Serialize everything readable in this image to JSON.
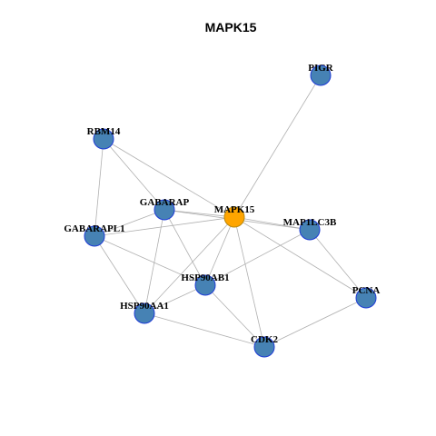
{
  "graph": {
    "title": "MAPK15",
    "colors": {
      "hub_fill": "#FFA500",
      "node_fill": "#4682B4",
      "node_stroke": "#1E3BD6",
      "hub_stroke": "#B8860B",
      "edge": "#B0B0B0"
    },
    "nodes": [
      {
        "id": "MAPK15",
        "label": "MAPK15",
        "hub": true
      },
      {
        "id": "PIGR",
        "label": "PIGR",
        "hub": false
      },
      {
        "id": "RBM14",
        "label": "RBM14",
        "hub": false
      },
      {
        "id": "GABARAP",
        "label": "GABARAP",
        "hub": false
      },
      {
        "id": "GABARAPL1",
        "label": "GABARAPL1",
        "hub": false
      },
      {
        "id": "MAP1LC3B",
        "label": "MAP1LC3B",
        "hub": false
      },
      {
        "id": "HSP90AB1",
        "label": "HSP90AB1",
        "hub": false
      },
      {
        "id": "HSP90AA1",
        "label": "HSP90AA1",
        "hub": false
      },
      {
        "id": "PCNA",
        "label": "PCNA",
        "hub": false
      },
      {
        "id": "CDK2",
        "label": "CDK2",
        "hub": false
      }
    ],
    "edges": [
      [
        "MAPK15",
        "PIGR"
      ],
      [
        "MAPK15",
        "RBM14"
      ],
      [
        "MAPK15",
        "GABARAP"
      ],
      [
        "MAPK15",
        "GABARAPL1"
      ],
      [
        "MAPK15",
        "MAP1LC3B"
      ],
      [
        "MAPK15",
        "HSP90AB1"
      ],
      [
        "MAPK15",
        "HSP90AA1"
      ],
      [
        "MAPK15",
        "PCNA"
      ],
      [
        "MAPK15",
        "CDK2"
      ],
      [
        "RBM14",
        "GABARAP"
      ],
      [
        "RBM14",
        "GABARAPL1"
      ],
      [
        "GABARAP",
        "GABARAPL1"
      ],
      [
        "GABARAP",
        "MAP1LC3B"
      ],
      [
        "GABARAP",
        "HSP90AB1"
      ],
      [
        "GABARAP",
        "HSP90AA1"
      ],
      [
        "GABARAPL1",
        "HSP90AB1"
      ],
      [
        "GABARAPL1",
        "HSP90AA1"
      ],
      [
        "HSP90AB1",
        "HSP90AA1"
      ],
      [
        "HSP90AB1",
        "CDK2"
      ],
      [
        "HSP90AB1",
        "MAP1LC3B"
      ],
      [
        "HSP90AA1",
        "CDK2"
      ],
      [
        "MAP1LC3B",
        "PCNA"
      ],
      [
        "PCNA",
        "CDK2"
      ]
    ]
  }
}
